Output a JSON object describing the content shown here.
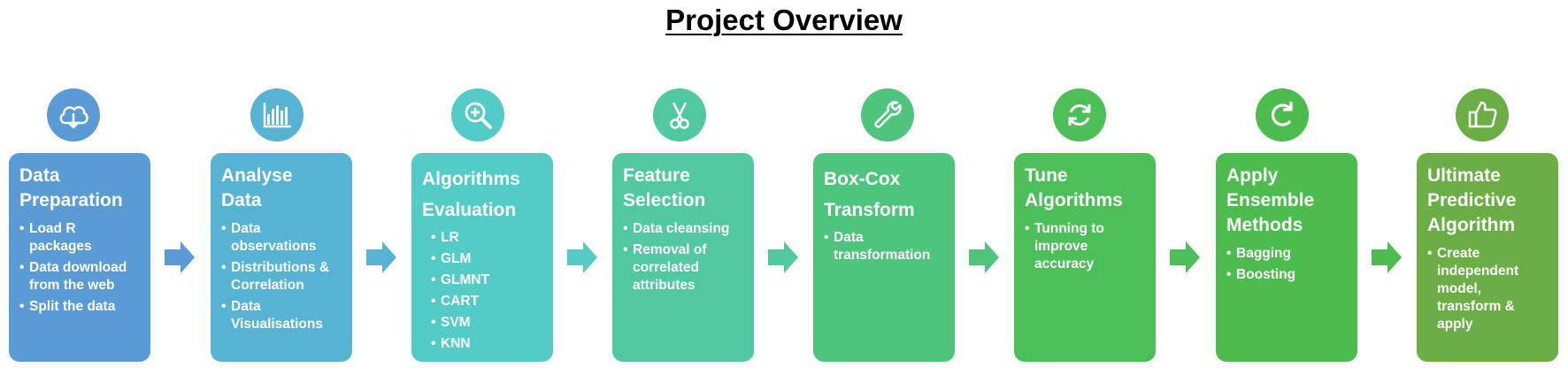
{
  "title": "Project Overview",
  "steps": [
    {
      "title": "Data\nPreparation",
      "color": "#5b9bd5",
      "icon": "cloud-download-icon",
      "items": [
        "Load R\npackages",
        "Data download\nfrom the web",
        "Split the data"
      ]
    },
    {
      "title": "Analyse\nData",
      "color": "#57b3d3",
      "icon": "bar-chart-icon",
      "items": [
        "Data\nobservations",
        "Distributions &\nCorrelation",
        "Data\nVisualisations"
      ]
    },
    {
      "title": "Algorithms\nEvaluation",
      "color": "#53cbc6",
      "icon": "zoom-in-icon",
      "items": [
        "LR",
        "GLM",
        "GLMNT",
        "CART",
        "SVM",
        "KNN"
      ]
    },
    {
      "title": "Feature\nSelection",
      "color": "#51c9a0",
      "icon": "scissors-icon",
      "items": [
        "Data cleansing",
        "Removal of\ncorrelated\nattributes"
      ]
    },
    {
      "title": "Box-Cox\nTransform",
      "color": "#4ec47d",
      "icon": "wrench-icon",
      "items": [
        "Data\ntransformation"
      ]
    },
    {
      "title": "Tune\nAlgorithms",
      "color": "#4cbf59",
      "icon": "refresh-icon",
      "items": [
        "Tunning to\nimprove\naccuracy"
      ]
    },
    {
      "title": "Apply\nEnsemble\nMethods",
      "color": "#4bbc4d",
      "icon": "rotate-icon",
      "items": [
        "Bagging",
        "Boosting"
      ]
    },
    {
      "title": "Ultimate\nPredictive\nAlgorithm",
      "color": "#6aae45",
      "icon": "thumbs-up-icon",
      "items": [
        "Create\nindependent\nmodel,\ntransform &\napply"
      ]
    }
  ],
  "arrow_colors": [
    "#5b9bd5",
    "#57b3d3",
    "#53cbc6",
    "#51c9a0",
    "#4ec47d",
    "#4cbf59",
    "#4bbc4d"
  ]
}
